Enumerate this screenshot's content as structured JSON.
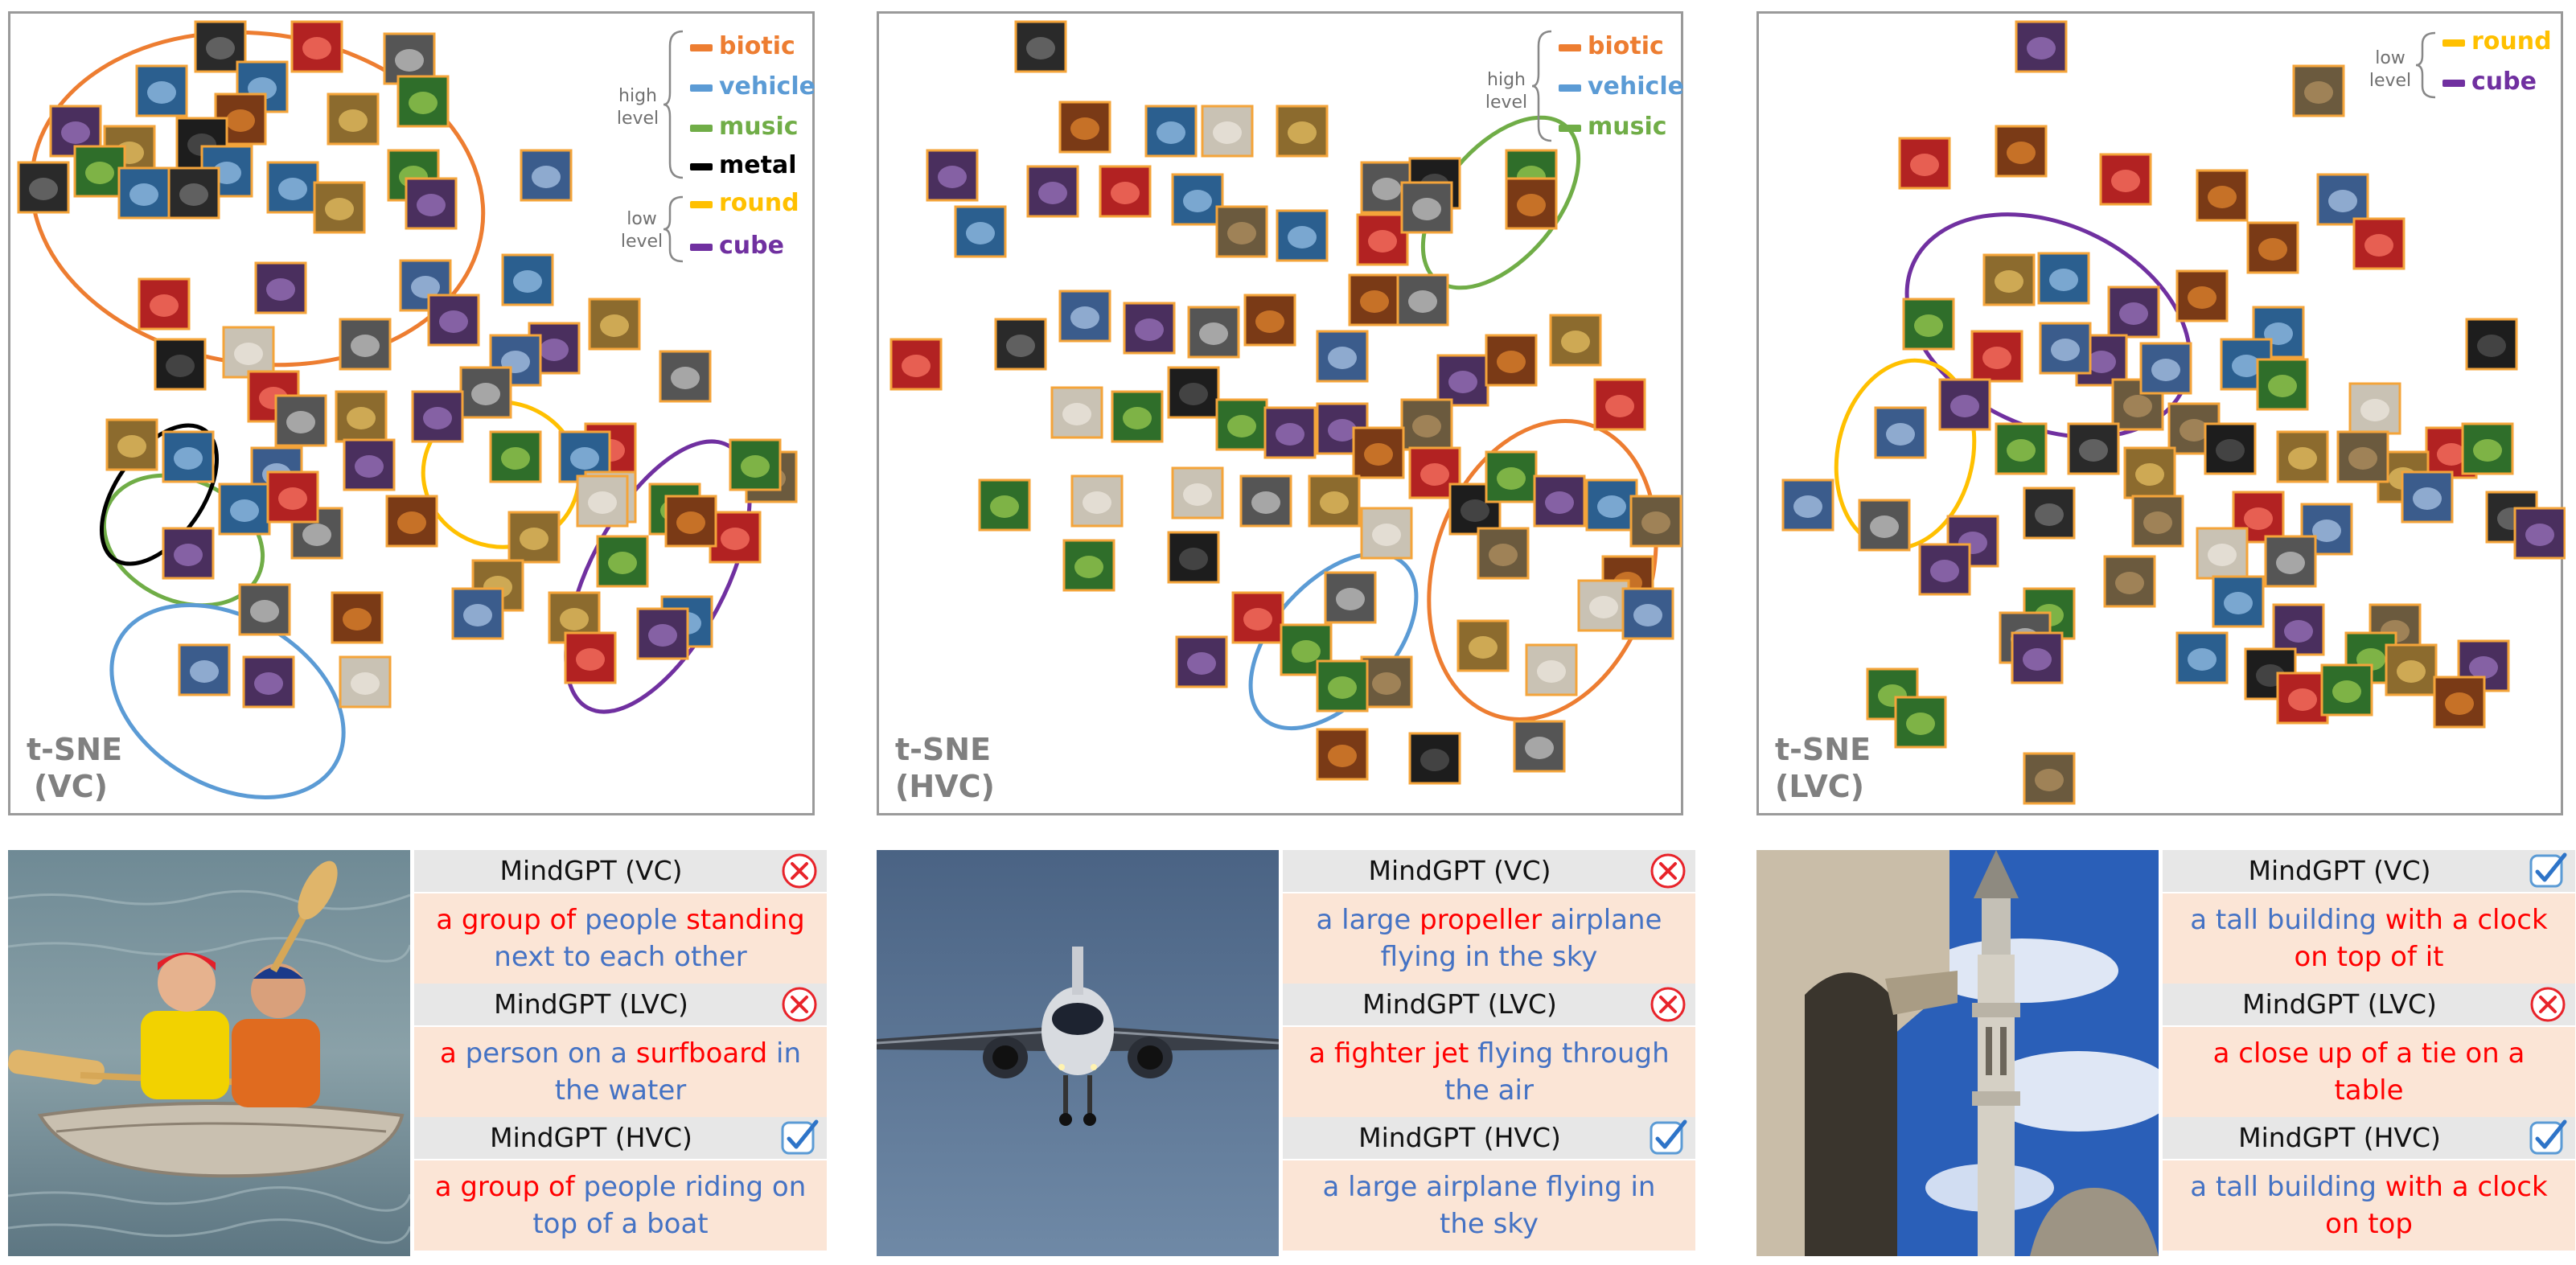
{
  "colors": {
    "biotic": "#ed7d31",
    "vehicle": "#5b9bd5",
    "music": "#70ad47",
    "metal": "#000000",
    "round": "#ffc000",
    "cube": "#7030a0",
    "thumb_border": "#f4a43a",
    "correct_word": "#4472c4",
    "wrong_word": "#ff0000",
    "caption_bg": "#fbe5d6",
    "header_bg": "#e7e7e7"
  },
  "panels": [
    {
      "id": "vc",
      "label_line1": "t-SNE",
      "label_line2": "(VC)",
      "legend": {
        "high_level_label": [
          "high",
          "level"
        ],
        "low_level_label": [
          "low",
          "level"
        ],
        "high_items": [
          {
            "label": "biotic",
            "color_key": "biotic"
          },
          {
            "label": "vehicle",
            "color_key": "vehicle"
          },
          {
            "label": "music",
            "color_key": "music"
          },
          {
            "label": "metal",
            "color_key": "metal"
          }
        ],
        "low_items": [
          {
            "label": "round",
            "color_key": "round"
          },
          {
            "label": "cube",
            "color_key": "cube"
          }
        ]
      }
    },
    {
      "id": "hvc",
      "label_line1": "t-SNE",
      "label_line2": "(HVC)",
      "legend": {
        "high_level_label": [
          "high",
          "level"
        ],
        "high_items": [
          {
            "label": "biotic",
            "color_key": "biotic"
          },
          {
            "label": "vehicle",
            "color_key": "vehicle"
          },
          {
            "label": "music",
            "color_key": "music"
          }
        ],
        "low_items": []
      }
    },
    {
      "id": "lvc",
      "label_line1": "t-SNE",
      "label_line2": "(LVC)",
      "legend": {
        "low_level_label": [
          "low",
          "level"
        ],
        "high_items": [],
        "low_items": [
          {
            "label": "round",
            "color_key": "round"
          },
          {
            "label": "cube",
            "color_key": "cube"
          }
        ]
      }
    }
  ],
  "cases": [
    {
      "photo": "kayak-photo",
      "rows": [
        {
          "model": "MindGPT (VC)",
          "correct": false,
          "segments": [
            [
              "a group of ",
              "red"
            ],
            [
              "people ",
              "blue"
            ],
            [
              "standing",
              "red"
            ],
            [
              " next to each other",
              "blue"
            ]
          ]
        },
        {
          "model": "MindGPT (LVC)",
          "correct": false,
          "segments": [
            [
              "a ",
              "red"
            ],
            [
              "person on a ",
              "blue"
            ],
            [
              "surfboard",
              "red"
            ],
            [
              " in the water",
              "blue"
            ]
          ]
        },
        {
          "model": "MindGPT (HVC)",
          "correct": true,
          "segments": [
            [
              "a group of ",
              "red"
            ],
            [
              "people riding on top of a boat",
              "blue"
            ]
          ]
        }
      ]
    },
    {
      "photo": "airplane-photo",
      "rows": [
        {
          "model": "MindGPT (VC)",
          "correct": false,
          "segments": [
            [
              "a large ",
              "blue"
            ],
            [
              "propeller",
              "red"
            ],
            [
              " airplane flying in the sky",
              "blue"
            ]
          ]
        },
        {
          "model": "MindGPT (LVC)",
          "correct": false,
          "segments": [
            [
              "a fighter jet ",
              "red"
            ],
            [
              "flying through the air",
              "blue"
            ]
          ]
        },
        {
          "model": "MindGPT (HVC)",
          "correct": true,
          "segments": [
            [
              "a large airplane flying in the sky",
              "blue"
            ]
          ]
        }
      ]
    },
    {
      "photo": "tower-photo",
      "rows": [
        {
          "model": "MindGPT (VC)",
          "correct": true,
          "segments": [
            [
              "a tall building ",
              "blue"
            ],
            [
              "with a clock on top of it",
              "red"
            ]
          ]
        },
        {
          "model": "MindGPT (LVC)",
          "correct": false,
          "segments": [
            [
              "a close up of a tie on a table",
              "red"
            ]
          ]
        },
        {
          "model": "MindGPT (HVC)",
          "correct": true,
          "segments": [
            [
              "a tall building ",
              "blue"
            ],
            [
              "with a clock on top",
              "red"
            ]
          ]
        }
      ]
    }
  ]
}
